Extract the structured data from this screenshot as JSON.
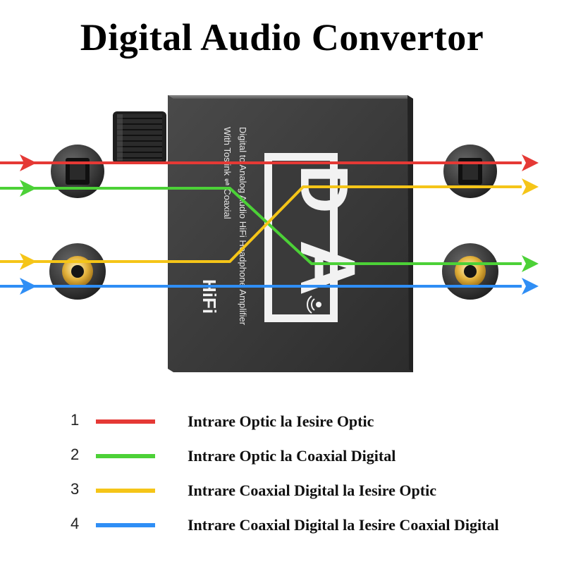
{
  "title": "Digital Audio Convertor",
  "device": {
    "side_text_line1": "Digital to Analog Audio HiFi Headphone Amplifier",
    "side_text_line2": "With Toslink ⇌ Coaxial",
    "logo_top": "D",
    "logo_bottom": "A",
    "hifi": "HiFi"
  },
  "colors": {
    "red": "#e53935",
    "green": "#4cd137",
    "yellow": "#f5c518",
    "blue": "#2f8ef5",
    "device": "#3a3a3a"
  },
  "legend": [
    {
      "num": "1",
      "color": "#e53935",
      "label": "Intrare Optic la Iesire Optic"
    },
    {
      "num": "2",
      "color": "#4cd137",
      "label": "Intrare Optic la Coaxial Digital"
    },
    {
      "num": "3",
      "color": "#f5c518",
      "label": "Intrare Coaxial Digital la Iesire Optic"
    },
    {
      "num": "4",
      "color": "#2f8ef5",
      "label": "Intrare Coaxial Digital la Iesire Coaxial Digital"
    }
  ]
}
